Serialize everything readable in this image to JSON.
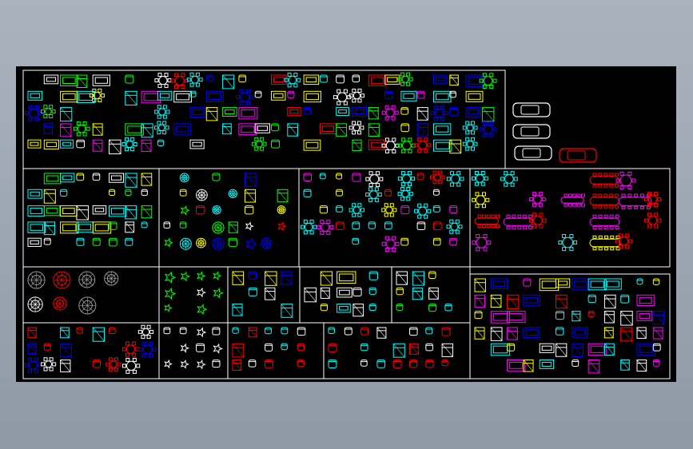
{
  "drawing": {
    "kind": "cad-furniture-block-library",
    "colors": {
      "background": "#000000",
      "frame": "#ffffff",
      "cyan": "#00ffff",
      "red": "#ff0000",
      "yellow": "#ffff00",
      "magenta": "#ff00ff",
      "green": "#00ff00",
      "blue": "#0000ff",
      "white": "#ffffff",
      "grey": "#9a9a9a",
      "orange": "#ff8000"
    },
    "panels": [
      {
        "id": "sofas-living-room",
        "dominant_color": "cyan"
      },
      {
        "id": "cars",
        "dominant_color": "white"
      },
      {
        "id": "decor-symbols",
        "dominant_color": "white"
      },
      {
        "id": "dining-chairs",
        "dominant_color": "cyan"
      },
      {
        "id": "dining-tables",
        "dominant_color": "cyan"
      },
      {
        "id": "rugs-patterns",
        "dominant_color": "grey"
      },
      {
        "id": "plants",
        "dominant_color": "green"
      },
      {
        "id": "kitchen-fixtures",
        "dominant_color": "cyan"
      },
      {
        "id": "bathroom-fixtures",
        "dominant_color": "white"
      },
      {
        "id": "bedroom-furniture",
        "dominant_color": "cyan"
      },
      {
        "id": "office-desks",
        "dominant_color": "cyan"
      },
      {
        "id": "small-symbols",
        "dominant_color": "white"
      }
    ]
  }
}
